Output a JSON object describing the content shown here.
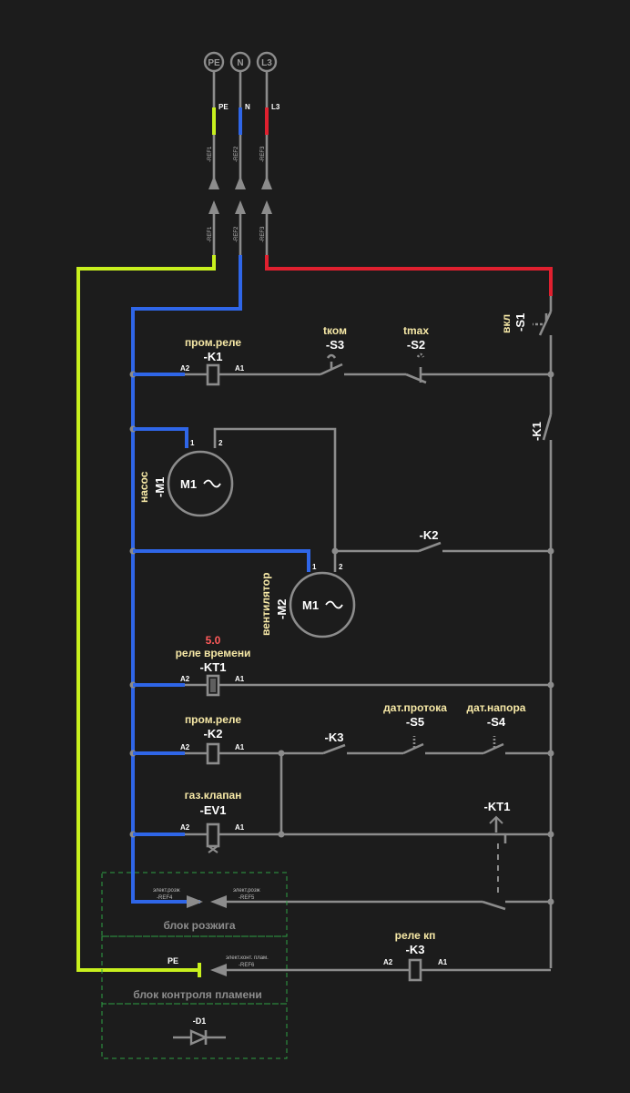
{
  "terminals": [
    {
      "id": "PE",
      "label": "PE",
      "color": "#c8f01e"
    },
    {
      "id": "N",
      "label": "N",
      "color": "#2f66e8"
    },
    {
      "id": "L3",
      "label": "L3",
      "color": "#e0202f"
    }
  ],
  "wire_labels": {
    "pe": "PE",
    "n": "N",
    "l3": "L3"
  },
  "refs": {
    "ref1": "-REF1",
    "ref2": "-REF2",
    "ref3": "-REF3",
    "ref4": "-REF4",
    "ref5": "-REF5",
    "ref6": "-REF6",
    "ref4_desc": "элект.розж",
    "ref5_desc": "элект.розж",
    "ref6_desc": "элект.конт. плам."
  },
  "components": {
    "s1": {
      "tag": "-S1",
      "desc": "вкл"
    },
    "k1_coil": {
      "tag": "-K1",
      "desc": "пром.реле",
      "a2": "A2",
      "a1": "A1"
    },
    "s3": {
      "tag": "-S3",
      "desc": "tком"
    },
    "s2": {
      "tag": "-S2",
      "desc": "tmax"
    },
    "k1_contact": {
      "tag": "-K1"
    },
    "m1": {
      "tag": "-M1",
      "desc": "насос",
      "symbol": "M1",
      "pin1": "1",
      "pin2": "2"
    },
    "k2_contact": {
      "tag": "-K2"
    },
    "m2": {
      "tag": "-M2",
      "desc": "вентилятор",
      "symbol": "M1",
      "pin1": "1",
      "pin2": "2"
    },
    "kt1_coil": {
      "tag": "-KT1",
      "desc": "реле времени",
      "value": "5.0",
      "a2": "A2",
      "a1": "A1"
    },
    "k2_coil": {
      "tag": "-K2",
      "desc": "пром.реле",
      "a2": "A2",
      "a1": "A1"
    },
    "k3_contact": {
      "tag": "-K3"
    },
    "s5": {
      "tag": "-S5",
      "desc": "дат.протока"
    },
    "s4": {
      "tag": "-S4",
      "desc": "дат.напора"
    },
    "ev1": {
      "tag": "-EV1",
      "desc": "газ.клапан",
      "a2": "A2",
      "a1": "A1"
    },
    "kt1_contact": {
      "tag": "-KT1"
    },
    "k3_coil": {
      "tag": "-K3",
      "desc": "реле кп",
      "a2": "A2",
      "a1": "A1"
    },
    "d1": {
      "tag": "-D1"
    }
  },
  "blocks": {
    "ignition": "блок розжига",
    "flame_pe": "PE",
    "flame": "блок контроля пламени"
  },
  "colors": {
    "pe": "#c8f01e",
    "n": "#2f66e8",
    "l3": "#e0202f",
    "wire": "#8c8c8c",
    "background": "#1c1c1c"
  }
}
